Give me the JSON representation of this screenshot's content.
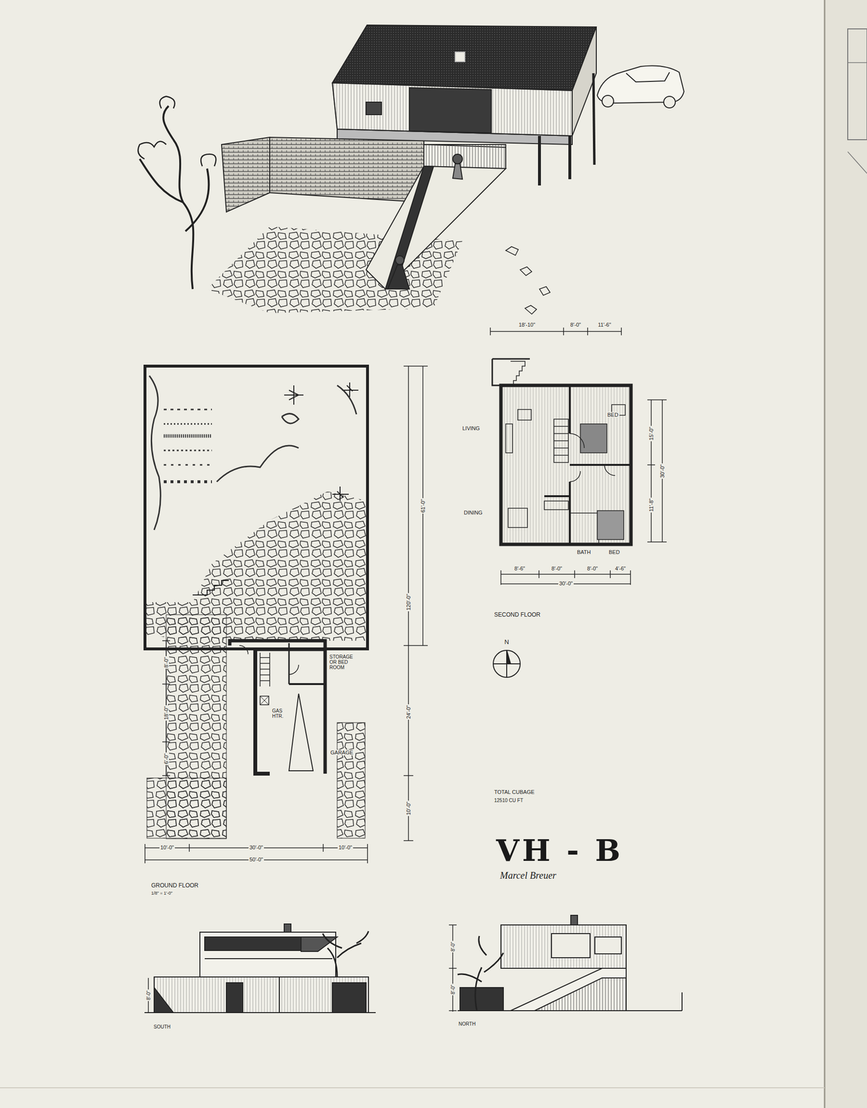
{
  "diagram": {
    "title": "VH - B",
    "labels": [
      "18'-10\"",
      "8'-0\"",
      "11'-6\"",
      "BED",
      "LIVING",
      "15'-0\"",
      "30'-0\"",
      "DINING",
      "11'-8\"",
      "BATH",
      "BED",
      "8'-6\"",
      "8'-0\"",
      "8'-0\"",
      "4'-6\"",
      "30'-0\"",
      "SECOND FLOOR",
      "N",
      "STORAGE OR BED ROOM",
      "GAS HTR.",
      "GARAGE",
      "61'-0\"",
      "120'-0\"",
      "24'-0\"",
      "10'-0\"",
      "8'-0\"",
      "18'-0\"",
      "6'-0\"",
      "10'-0\"",
      "30'-0\"",
      "10'-0\"",
      "50'-0\"",
      "GROUND FLOOR",
      "1/8\" = 1'-0\"",
      "TOTAL CUBAGE",
      "12510 CU FT",
      "Marcel Breuer",
      "8'-0\"",
      "8'-0\"",
      "8'-0\"",
      "SOUTH",
      "NORTH"
    ]
  }
}
